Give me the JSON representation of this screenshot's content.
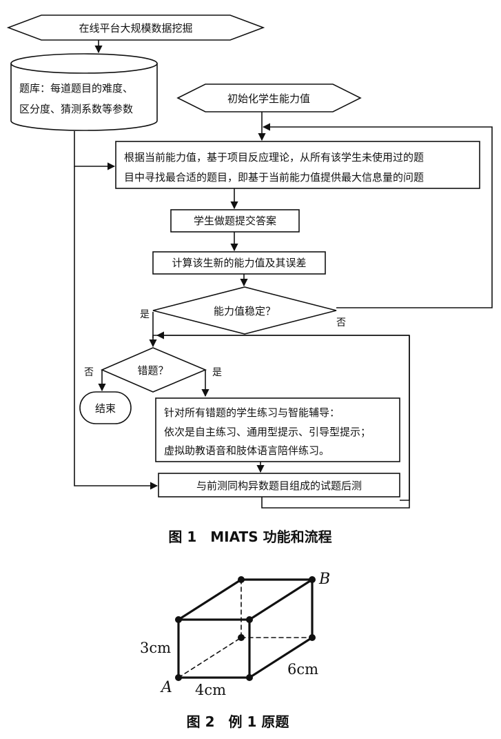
{
  "flowchart": {
    "start": "在线平台大规模数据挖掘",
    "bank_line1": "题库：每道题目的难度、",
    "bank_line2": "区分度、猜测系数等参数",
    "init": "初始化学生能力值",
    "select_line1": "根据当前能力值，基于项目反应理论，从所有该学生未使用过的题",
    "select_line2": "目中寻找最合适的题目，即基于当前能力值提供最大信息量的问题",
    "answer": "学生做题提交答案",
    "compute": "计算该生新的能力值及其误差",
    "stable_q": "能力值稳定？",
    "yes1": "是",
    "no1": "否",
    "wrong_q": "错题？",
    "no2": "否",
    "yes2": "是",
    "end": "结束",
    "tutor_line1": "针对所有错题的学生练习与智能辅导：",
    "tutor_line2": "依次是自主练习、通用型提示、引导型提示；",
    "tutor_line3": "虚拟助教语音和肢体语言陪伴练习。",
    "posttest": "与前测同构异数题目组成的试题后测"
  },
  "figure1_caption": "图 1　MIATS 功能和流程",
  "figure2": {
    "label_b": "B",
    "label_a": "A",
    "height": "3cm",
    "width": "4cm",
    "depth": "6cm"
  },
  "figure2_caption": "图 2　例 1 原题"
}
